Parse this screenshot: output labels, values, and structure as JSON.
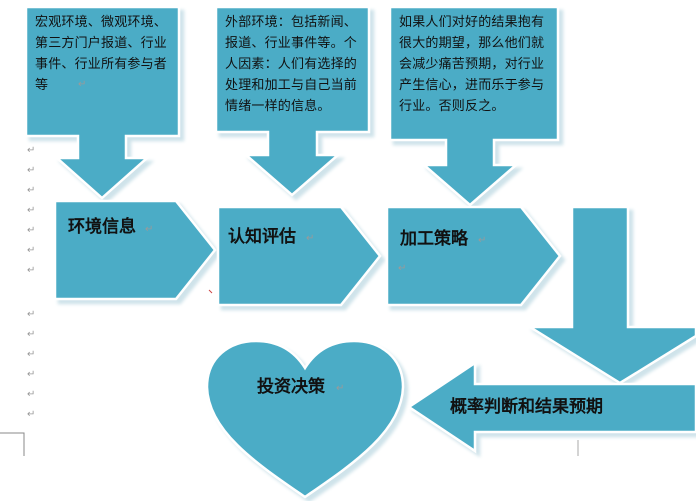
{
  "boxes": {
    "macro": "宏观环境、微观环境、第三方门户报道、行业事件、行业所有参与者等",
    "cognitive": "外部环境：包括新闻、报道、行业事件等。个人因素：人们有选择的处理和加工与自己当前情绪一样的信息。",
    "expectation": "如果人们对好的结果抱有很大的期望，那么他们就会减少痛苦预期，对行业产生信心，进而乐于参与行业。否则反之。"
  },
  "steps": {
    "environment_info": "环境信息",
    "cognitive_eval": "认知评估",
    "processing_strategy": "加工策略",
    "probability_judgment": "概率判断和结果预期",
    "investment_decision": "投资决策"
  },
  "colors": {
    "fill": "#4BACC6",
    "shadow": "#DDEBF0",
    "outline": "#FFFFFF"
  },
  "marks": {
    "paragraph": "↵"
  }
}
